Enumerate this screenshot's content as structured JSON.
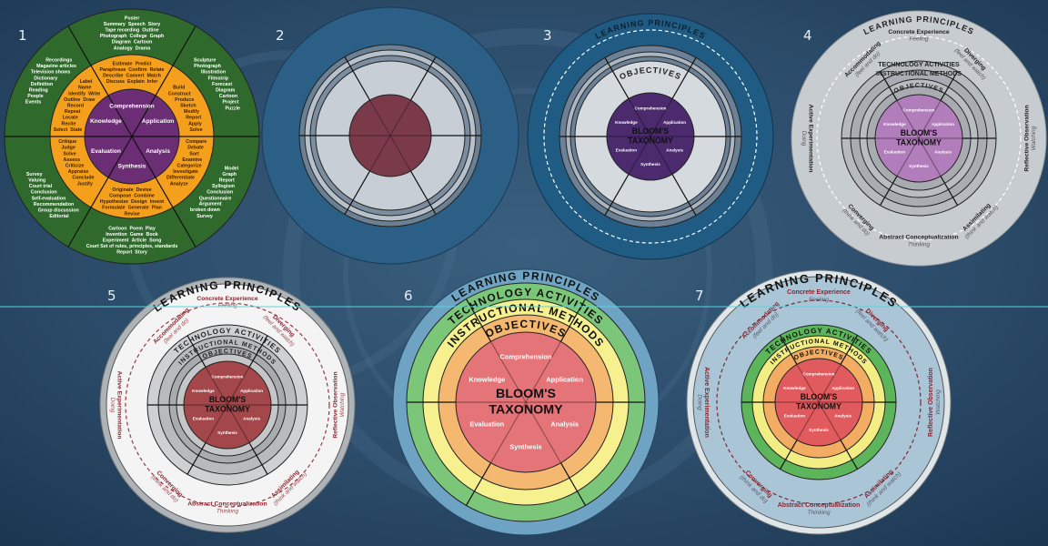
{
  "figure_numbers": [
    "1",
    "2",
    "3",
    "4",
    "5",
    "6",
    "7"
  ],
  "bloom": {
    "levels": [
      "Comprehension",
      "Application",
      "Analysis",
      "Synthesis",
      "Evaluation",
      "Knowledge"
    ],
    "title_line1": "BLOOM'S",
    "title_line2": "TAXONOMY"
  },
  "layers": {
    "learning_principles": "LEARNING PRINCIPLES",
    "technology_activities": "TECHNOLOGY ACTIVITIES",
    "instructional_methods": "INSTRUCTIONAL METHODS",
    "objectives": "OBJECTIVES"
  },
  "kolb": {
    "concrete": "Concrete Experience",
    "concrete_sub": "Feeling",
    "diverging": "Diverging",
    "diverging_sub": "(feel and watch)",
    "reflective": "Reflective Observation",
    "reflective_sub": "Watching",
    "assimilating": "Assimilating",
    "assimilating_sub": "(think and watch)",
    "abstract": "Abstract Conceptualization",
    "abstract_sub": "Thinking",
    "converging": "Converging",
    "converging_sub": "(think and do)",
    "active": "Active Experimentation",
    "active_sub": "Doing",
    "accommodating": "Accommodating",
    "accommodating_sub": "(feel and do)"
  },
  "wheel": {
    "verbs": [
      [
        "Confirm",
        "Infer",
        "Discuss",
        "Explain",
        "Convert",
        "Match",
        "Relate",
        "Describe",
        "Estimate",
        "Paraphrase",
        "Predict"
      ],
      [
        "Apply",
        "Modify",
        "Build",
        "Construct",
        "Solve",
        "Report",
        "Sketch",
        "Produce"
      ],
      [
        "Analyze",
        "Sort",
        "Categorize",
        "Investigate",
        "Compare",
        "Debate",
        "Differentiate",
        "Examine"
      ],
      [
        "Combine",
        "Plan",
        "Compose",
        "Design",
        "Devise",
        "Generate",
        "Invent",
        "Revise",
        "Formulate",
        "Originate",
        "Hypothesize"
      ],
      [
        "Solve",
        "Critique",
        "Criticize",
        "Appraise",
        "Assess",
        "Conclude",
        "Justify",
        "Judge"
      ],
      [
        "Draw",
        "Identify",
        "Locate",
        "Label",
        "Select",
        "Outline",
        "Write",
        "Recite",
        "Name",
        "State",
        "Record",
        "Repeat"
      ]
    ],
    "products": [
      [
        "Speech",
        "Analogy",
        "Graph",
        "Story",
        "College",
        "Drama",
        "Summary",
        "Poster",
        "Photograph",
        "Tape recording",
        "Outline",
        "Cartoon",
        "Diagram"
      ],
      [
        "Diagram",
        "Sculpture",
        "Photograph",
        "Forecast",
        "Illustration",
        "Project",
        "Puzzle",
        "Cartoon",
        "Filmstrip"
      ],
      [
        "Survey",
        "Syllogism",
        "Model",
        "Conclusion",
        "Graph",
        "Argument broken down",
        "Questionnaire",
        "Report"
      ],
      [
        "Poem",
        "Story",
        "Play",
        "Article",
        "Book",
        "Report",
        "Invention",
        "Cartoon",
        "Experiment",
        "Game",
        "Court Set of rules, principles, standards",
        "Song"
      ],
      [
        "Editorial",
        "Conclusion",
        "Valuing",
        "Self-evaluation",
        "Group discussion",
        "Recommendation",
        "Court trial",
        "Survey"
      ],
      [
        "People",
        "Events",
        "Recordings",
        "Dictionary",
        "Television shows",
        "Definition",
        "Reading",
        "Magazine articles"
      ]
    ]
  },
  "colors": {
    "background": "#24415d",
    "wheel_green": "#2f6a2c",
    "wheel_orange": "#f5a01c",
    "wheel_purple": "#6b2d73",
    "kolb_maroon": "#8a2630",
    "guide_line": "#58d6e0"
  }
}
